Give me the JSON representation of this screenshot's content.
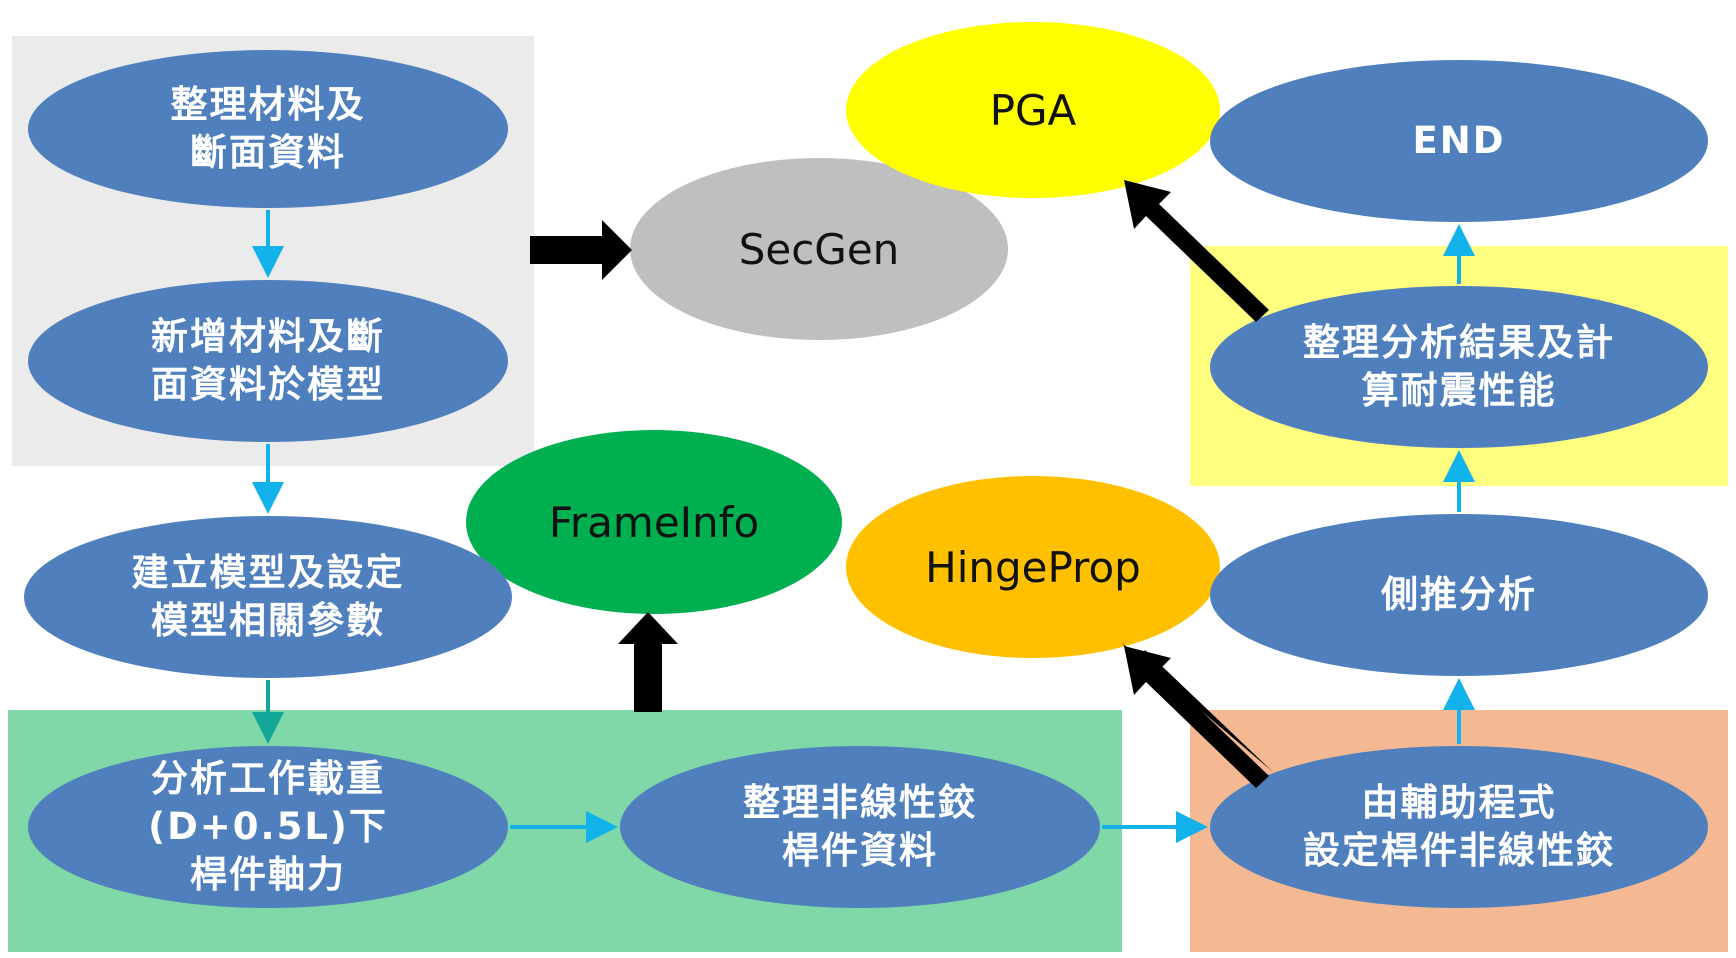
{
  "colors": {
    "process_node": "#4f80bd",
    "gray_panel": "#ebebeb",
    "green_panel": "#80d7a8",
    "yellow_panel": "#ffff80",
    "orange_panel": "#f4b992",
    "flow_arrow": "#12b3ea",
    "tool_arrow": "#000000",
    "pga": "#ffff00",
    "secgen": "#bfbfbf",
    "frameinfo": "#00b050",
    "hingeprop": "#ffc000"
  },
  "nodes": {
    "n1": "整理材料及\n斷面資料",
    "n2": "新增材料及斷\n面資料於模型",
    "n3": "建立模型及設定\n模型相關參數",
    "n4": "分析工作載重\n(D+0.5L)下\n桿件軸力",
    "n5": "整理非線性鉸\n桿件資料",
    "n6": "由輔助程式\n設定桿件非線性鉸",
    "n7": "側推分析",
    "n8": "整理分析結果及計\n算耐震性能",
    "n9": "END"
  },
  "tools": {
    "secgen": "SecGen",
    "pga": "PGA",
    "frameinfo": "FrameInfo",
    "hingeprop": "HingeProp"
  },
  "flow_edges": [
    [
      "n1",
      "n2"
    ],
    [
      "n2",
      "n3"
    ],
    [
      "n3",
      "n4"
    ],
    [
      "n4",
      "n5"
    ],
    [
      "n5",
      "n6"
    ],
    [
      "n6",
      "n7"
    ],
    [
      "n7",
      "n8"
    ],
    [
      "n8",
      "n9"
    ]
  ],
  "tool_links": [
    [
      "gray-panel",
      "secgen"
    ],
    [
      "green-panel",
      "frameinfo"
    ],
    [
      "n6",
      "hingeprop"
    ],
    [
      "n8",
      "pga"
    ]
  ]
}
